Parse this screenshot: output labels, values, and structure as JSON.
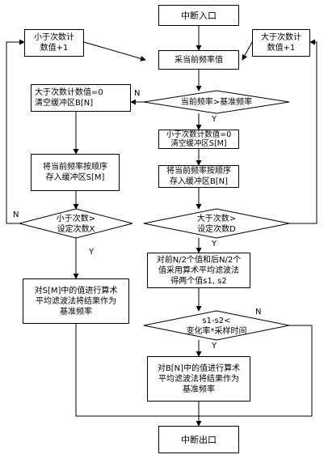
{
  "nodes": {
    "entry": "中断入口",
    "less_inc": [
      "小于次数计",
      "数值+1"
    ],
    "greater_inc": [
      "大于次数计",
      "数值+1"
    ],
    "sample": "采当前频率值",
    "clear_n": [
      "大于次数计数值=0",
      "清空缓冲区B[N]"
    ],
    "compare": "当前频率>基准频率",
    "clear_m": [
      "小于次数计数值=0",
      "清空缓冲区S[M]"
    ],
    "store_s": [
      "将当前频率按顺序",
      "存入缓冲区S[M]"
    ],
    "store_b": [
      "将当前频率按顺序",
      "存入缓冲区B[N]"
    ],
    "less_check": [
      "小于次数>",
      "设定次数X"
    ],
    "greater_check": [
      "大于次数>",
      "设定次数D"
    ],
    "avg_split": [
      "对前N/2个值和后N/2个",
      "值采用算术平均滤波法",
      "得两个值s1, s2"
    ],
    "avg_s": [
      "对S[M]中的值进行算术",
      "平均滤波法将结果作为",
      "基准频率"
    ],
    "diff_check": [
      "s1-s2<",
      "变化率*采样时间"
    ],
    "avg_b": [
      "对B[N]中的值进行算术",
      "平均滤波法将结果作为",
      "基准频率"
    ],
    "exit": "中断出口"
  },
  "labels": {
    "n_compare": "N",
    "y_compare": "Y",
    "n_less": "N",
    "y_less": "Y",
    "y_greater": "Y",
    "n_diff": "N",
    "y_diff": "Y"
  }
}
